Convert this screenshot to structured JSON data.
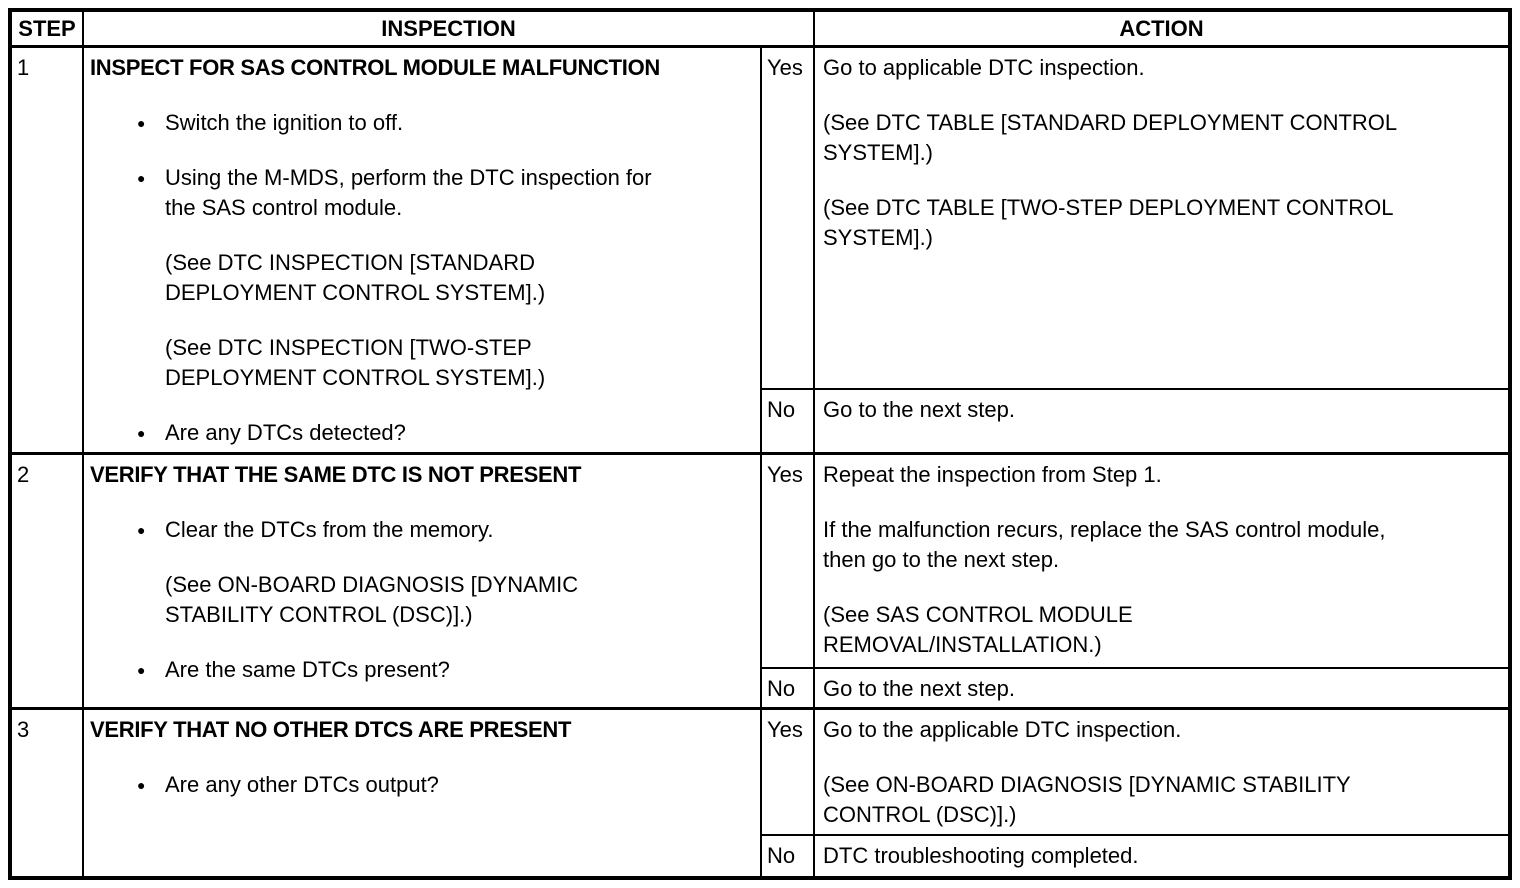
{
  "icons": {
    "bullet": "●"
  },
  "header": {
    "step": "STEP",
    "inspection": "INSPECTION",
    "action": "ACTION"
  },
  "rows": [
    {
      "step": "1",
      "title": "INSPECT FOR SAS CONTROL MODULE MALFUNCTION",
      "yes_label": "Yes",
      "no_label": "No",
      "insp": [
        {
          "l1": "Switch the ignition to off."
        },
        {
          "l1": "Using the M-MDS, perform the DTC inspection for",
          "l2": "the SAS control module."
        },
        {
          "l1": "(See DTC INSPECTION [STANDARD",
          "l2": "DEPLOYMENT CONTROL SYSTEM].)"
        },
        {
          "l1": "(See DTC INSPECTION [TWO-STEP",
          "l2": "DEPLOYMENT CONTROL SYSTEM].)"
        },
        {
          "l1": "Are any DTCs detected?"
        }
      ],
      "yes": [
        {
          "l1": "Go to applicable DTC inspection."
        },
        {
          "l1": "(See DTC TABLE [STANDARD DEPLOYMENT CONTROL",
          "l2": "SYSTEM].)"
        },
        {
          "l1": "(See DTC TABLE [TWO-STEP DEPLOYMENT CONTROL",
          "l2": "SYSTEM].)"
        }
      ],
      "no": {
        "l1": "Go to the next step."
      }
    },
    {
      "step": "2",
      "title": "VERIFY THAT THE SAME DTC IS NOT PRESENT",
      "yes_label": "Yes",
      "no_label": "No",
      "insp": [
        {
          "l1": "Clear the DTCs from the memory."
        },
        {
          "l1": "(See ON-BOARD DIAGNOSIS [DYNAMIC",
          "l2": "STABILITY CONTROL (DSC)].)"
        },
        {
          "l1": "Are the same DTCs present?"
        }
      ],
      "yes": [
        {
          "l1": "Repeat the inspection from Step 1."
        },
        {
          "l1": "If the malfunction recurs, replace the SAS control module,",
          "l2": "then go to the next step."
        },
        {
          "l1": "(See SAS CONTROL MODULE",
          "l2": "REMOVAL/INSTALLATION.)"
        }
      ],
      "no": {
        "l1": "Go to the next step."
      }
    },
    {
      "step": "3",
      "title": "VERIFY THAT NO OTHER DTCS ARE PRESENT",
      "yes_label": "Yes",
      "no_label": "No",
      "insp": [
        {
          "l1": "Are any other DTCs output?"
        }
      ],
      "yes": [
        {
          "l1": "Go to the applicable DTC inspection."
        },
        {
          "l1": "(See ON-BOARD DIAGNOSIS [DYNAMIC STABILITY",
          "l2": "CONTROL (DSC)].)"
        }
      ],
      "no": {
        "l1": "DTC troubleshooting completed."
      }
    }
  ]
}
